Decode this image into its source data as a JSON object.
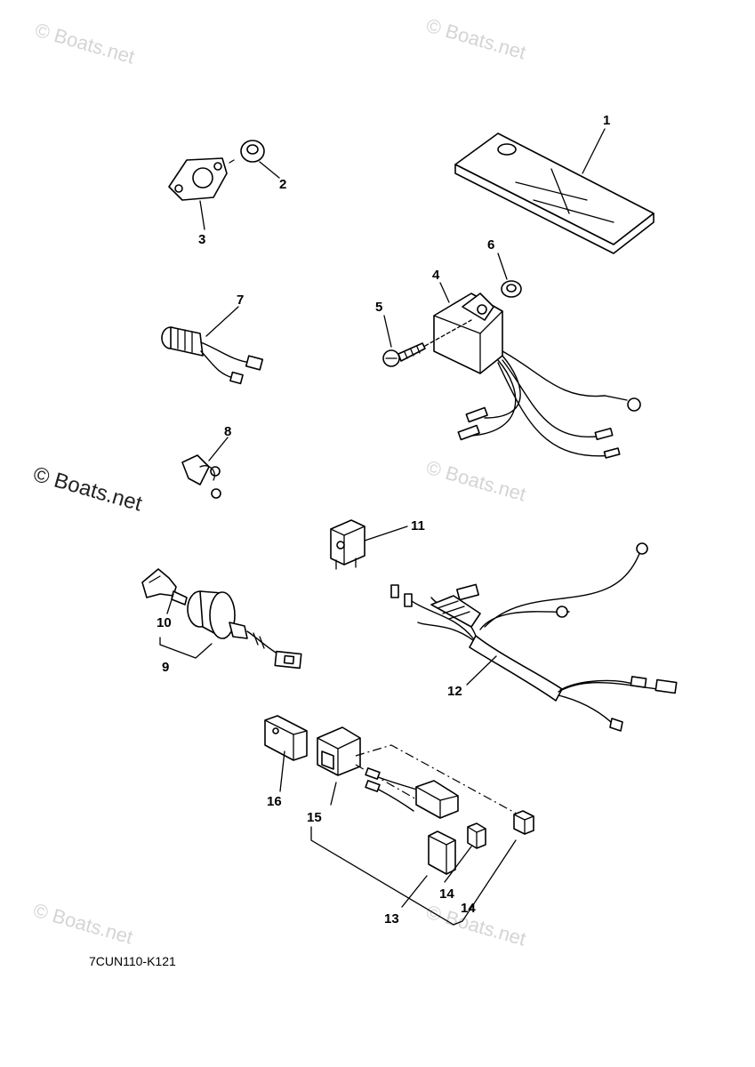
{
  "watermarks": {
    "text": "© Boats.net"
  },
  "diagram_code": "7CUN110-K121",
  "callouts": {
    "p1": "1",
    "p2": "2",
    "p3": "3",
    "p4": "4",
    "p5": "5",
    "p6": "6",
    "p7": "7",
    "p8": "8",
    "p9": "9",
    "p10": "10",
    "p11": "11",
    "p12": "12",
    "p13": "13",
    "p14a": "14",
    "p14b": "14",
    "p15": "15",
    "p16": "16"
  },
  "colors": {
    "line": "#000000",
    "watermark": "#d4d4d4",
    "background": "#ffffff"
  }
}
